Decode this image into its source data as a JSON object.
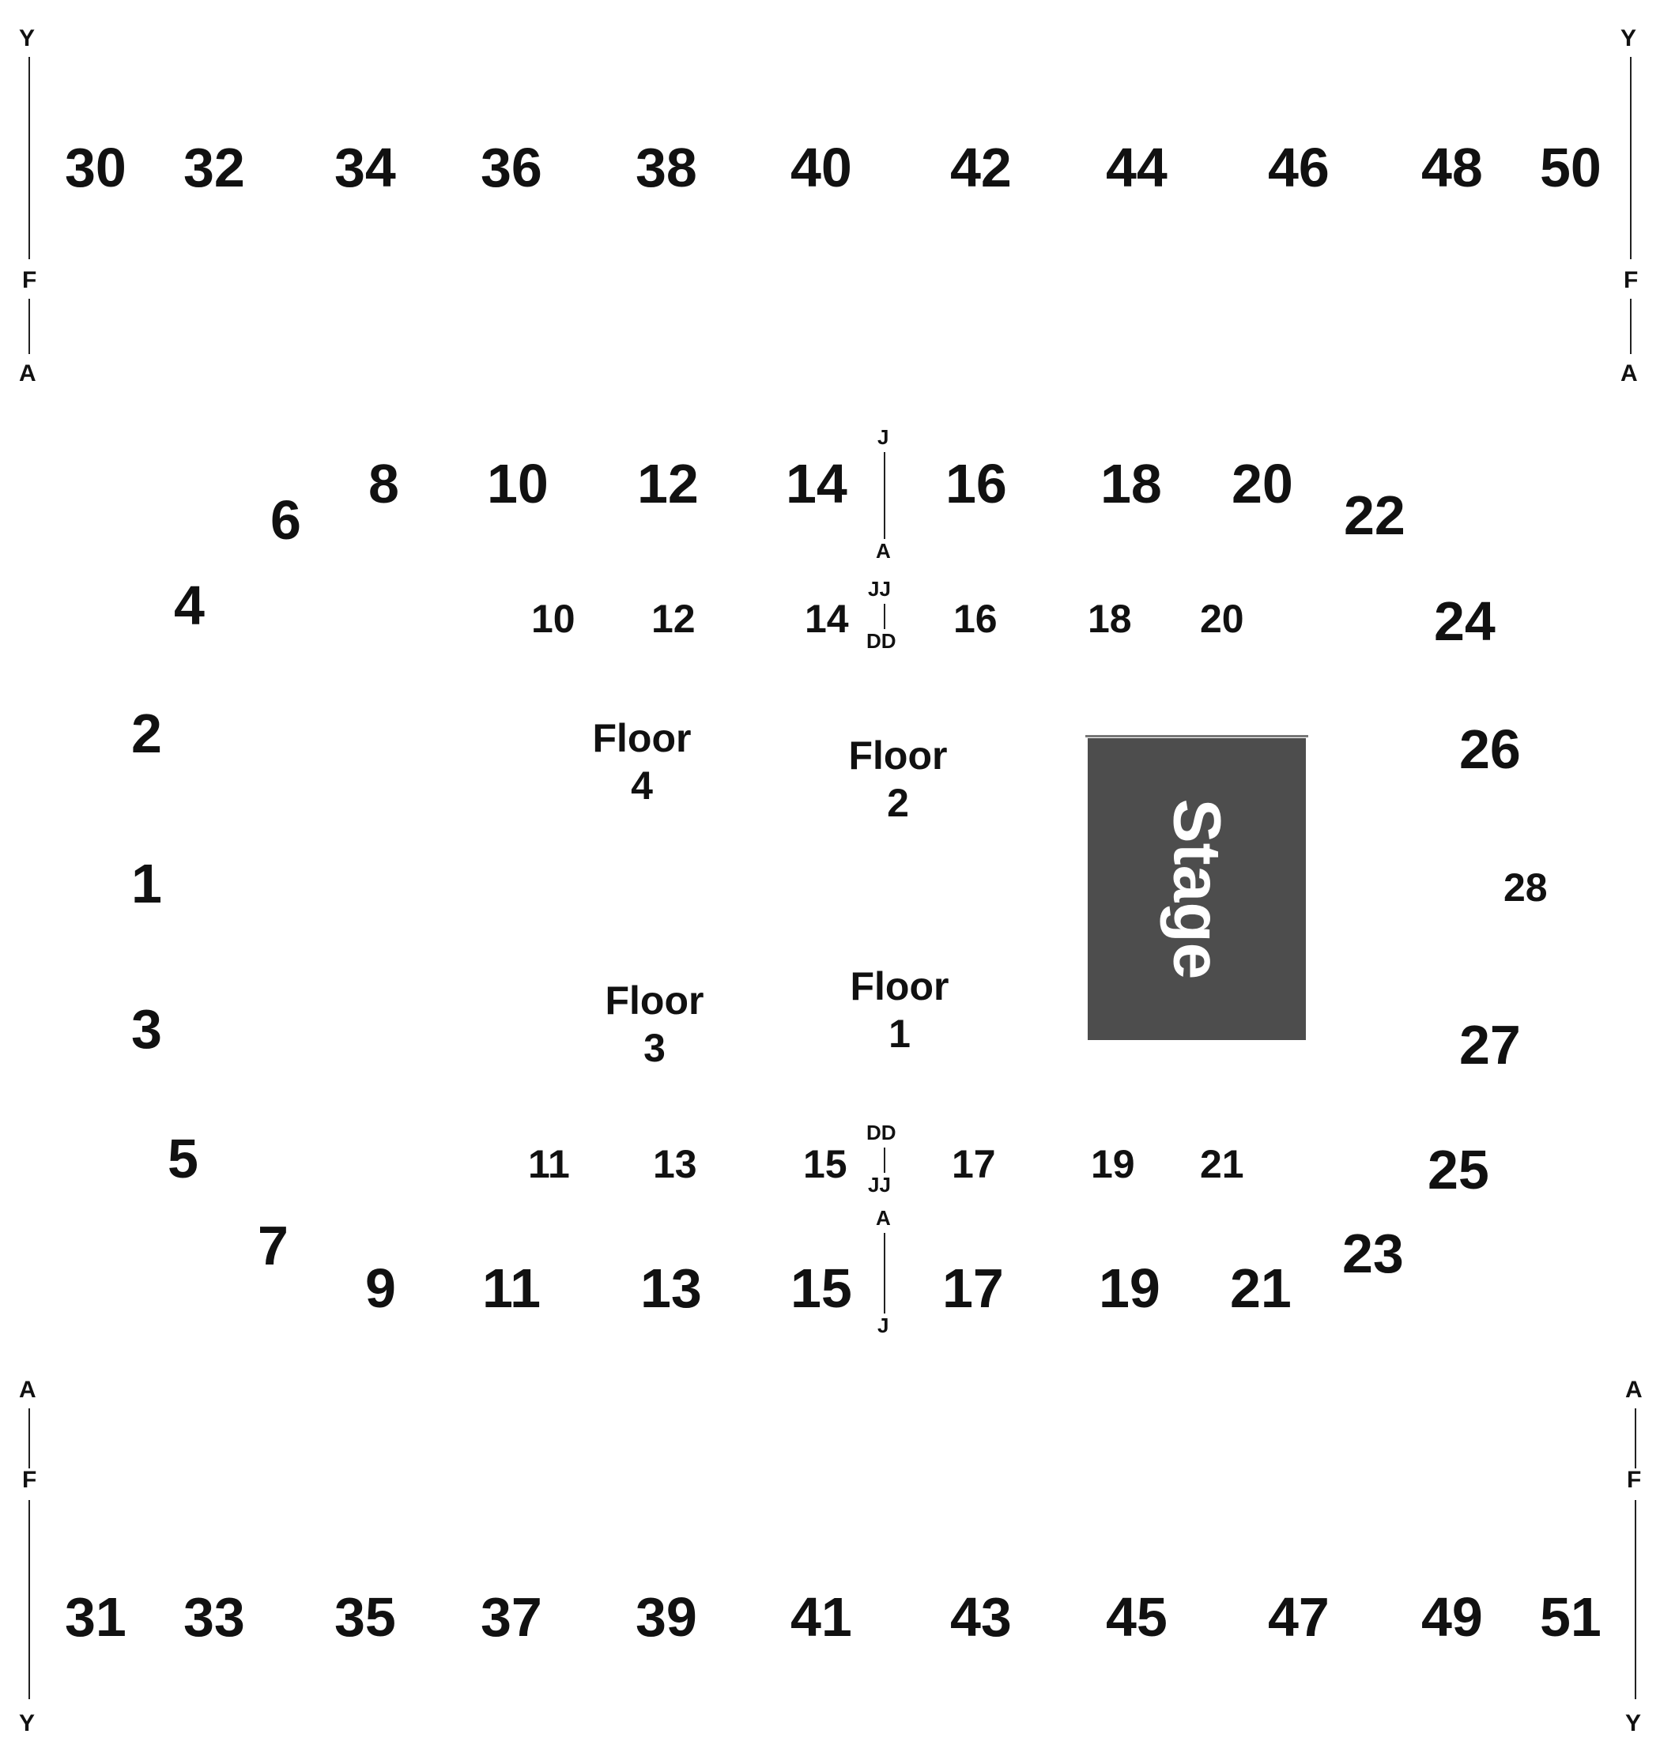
{
  "upper_top_sections": [
    "30",
    "32",
    "34",
    "36",
    "38",
    "40",
    "42",
    "44",
    "46",
    "48",
    "50"
  ],
  "upper_bottom_sections": [
    "31",
    "33",
    "35",
    "37",
    "39",
    "41",
    "43",
    "45",
    "47",
    "49",
    "51"
  ],
  "lower_top_sections": [
    "6",
    "8",
    "10",
    "12",
    "14",
    "16",
    "18",
    "20",
    "22"
  ],
  "lower_left_sections": [
    "4",
    "2",
    "1",
    "3",
    "5"
  ],
  "lower_bottom_sections": [
    "7",
    "9",
    "11",
    "13",
    "15",
    "17",
    "19",
    "21",
    "23"
  ],
  "lower_right_sections": [
    "24",
    "26",
    "27",
    "25"
  ],
  "end_section": "28",
  "floor_top_sections": [
    "10",
    "12",
    "14",
    "16",
    "18",
    "20"
  ],
  "floor_bottom_sections": [
    "11",
    "13",
    "15",
    "17",
    "19",
    "21"
  ],
  "floors": [
    {
      "word": "Floor",
      "num": "4"
    },
    {
      "word": "Floor",
      "num": "2"
    },
    {
      "word": "Floor",
      "num": "3"
    },
    {
      "word": "Floor",
      "num": "1"
    }
  ],
  "stage_label": "Stage",
  "row_markers": {
    "upper_top_left": [
      "Y",
      "F",
      "A"
    ],
    "upper_top_right": [
      "Y",
      "F",
      "A"
    ],
    "upper_bottom_left": [
      "A",
      "F",
      "Y"
    ],
    "upper_bottom_right": [
      "A",
      "F",
      "Y"
    ],
    "lower_top": [
      "J",
      "A"
    ],
    "lower_bottom": [
      "A",
      "J"
    ],
    "floor_top": [
      "JJ",
      "DD"
    ],
    "floor_bottom": [
      "DD",
      "JJ"
    ]
  },
  "colors": {
    "stage_fill": "#4d4d4d",
    "stage_text": "#ffffff",
    "label_text": "#111111"
  }
}
